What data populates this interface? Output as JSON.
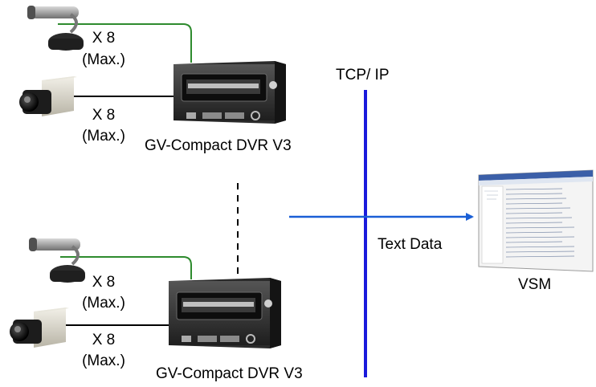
{
  "top_group": {
    "mic_count": "X 8",
    "mic_max": "(Max.)",
    "camera_count": "X 8",
    "camera_max": "(Max.)",
    "dvr_label": "GV-Compact DVR V3"
  },
  "bottom_group": {
    "mic_count": "X 8",
    "mic_max": "(Max.)",
    "camera_count": "X 8",
    "camera_max": "(Max.)",
    "dvr_label": "GV-Compact DVR V3"
  },
  "network": {
    "bus_label": "TCP/ IP",
    "arrow_label": "Text Data",
    "target_label": "VSM"
  },
  "colors": {
    "mic_line": "#2e8b2e",
    "bus": "#1a1adc",
    "arrow": "#1a5fd6",
    "camera_line": "#000000"
  },
  "icons": {
    "microphone": "desk-microphone-icon",
    "camera": "box-camera-icon",
    "dvr": "compact-dvr-icon",
    "vsm": "vsm-software-screenshot"
  }
}
